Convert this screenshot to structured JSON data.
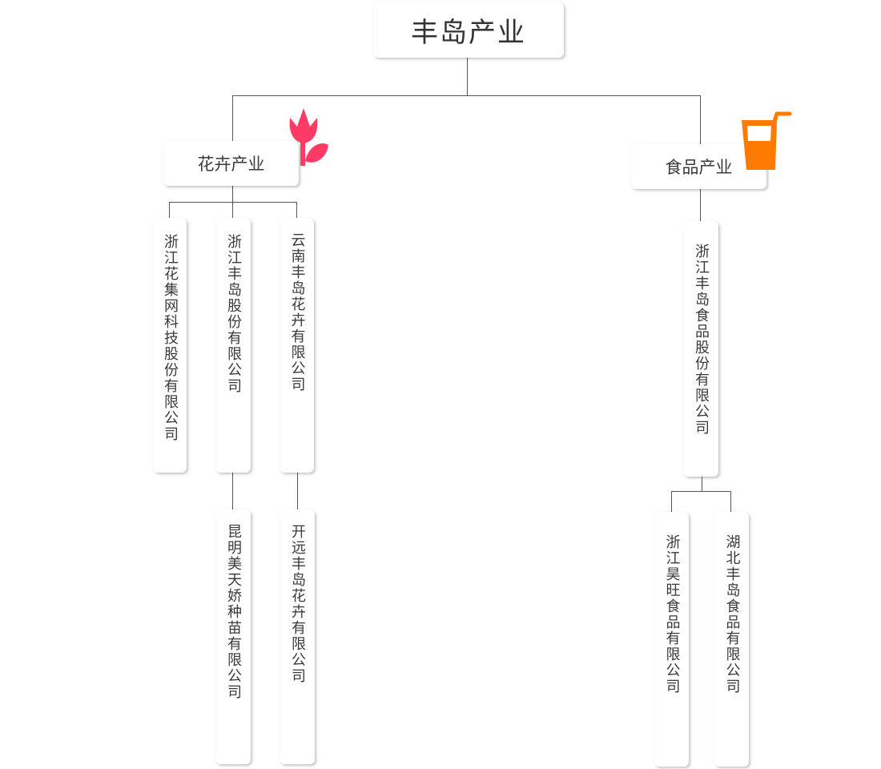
{
  "root": {
    "label": "丰岛产业"
  },
  "flower": {
    "label": "花卉产业",
    "icon": "tulip-icon",
    "icon_color": "#ff3a64",
    "companies": [
      {
        "name": "浙江花集网科技股份有限公司"
      },
      {
        "name": "浙江丰岛股份有限公司",
        "subsidiaries": [
          {
            "name": "昆明美天娇种苗有限公司"
          }
        ]
      },
      {
        "name": "云南丰岛花卉有限公司",
        "subsidiaries": [
          {
            "name": "开远丰岛花卉有限公司"
          }
        ]
      }
    ]
  },
  "food": {
    "label": "食品产业",
    "icon": "drink-cup-icon",
    "icon_color": "#ff7a00",
    "companies": [
      {
        "name": "浙江丰岛食品股份有限公司",
        "subsidiaries": [
          {
            "name": "浙江昊旺食品有限公司"
          },
          {
            "name": "湖北丰岛食品有限公司"
          }
        ]
      }
    ]
  },
  "colors": {
    "line": "#555555",
    "card_shadow": "rgba(0,0,0,0.22)"
  }
}
